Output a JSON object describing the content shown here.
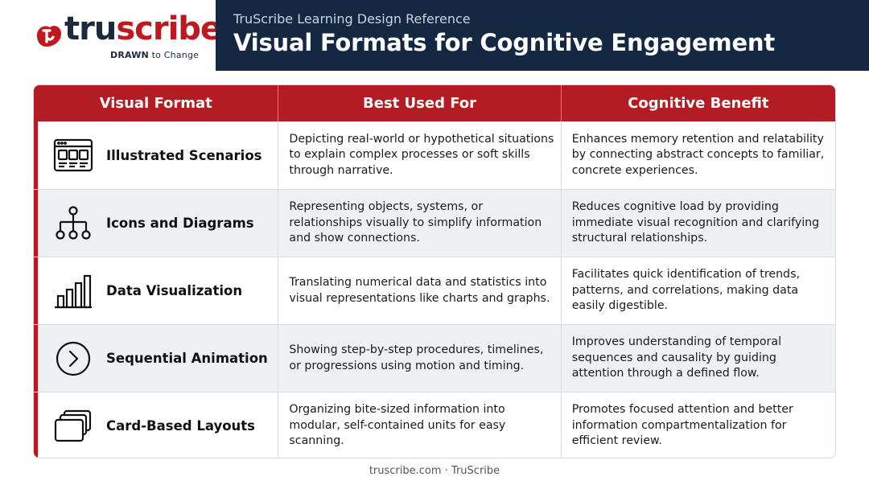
{
  "logo": {
    "part1": "tru",
    "part2": "scribe",
    "registered": "®",
    "tagline_bold": "DRAWN",
    "tagline_rest": " to Change"
  },
  "header": {
    "subtitle": "TruScribe Learning Design Reference",
    "title": "Visual Formats for Cognitive Engagement"
  },
  "table": {
    "columns": [
      "Visual Format",
      "Best Used For",
      "Cognitive Benefit"
    ],
    "rows": [
      {
        "icon": "browser-window-icon",
        "format": "Illustrated Scenarios",
        "best_used_for": "Depicting real-world or hypothetical situations to explain complex processes or soft skills through narrative.",
        "benefit": "Enhances memory retention and relatability by connecting abstract concepts to familiar, concrete experiences."
      },
      {
        "icon": "hierarchy-diagram-icon",
        "format": "Icons and Diagrams",
        "best_used_for": "Representing objects, systems, or relationships visually to simplify information and show connections.",
        "benefit": "Reduces cognitive load by providing immediate visual recognition and clarifying structural relationships."
      },
      {
        "icon": "bar-chart-icon",
        "format": "Data Visualization",
        "best_used_for": "Translating numerical data and statistics into visual representations like charts and graphs.",
        "benefit": "Facilitates quick identification of trends, patterns, and correlations, making data easily digestible."
      },
      {
        "icon": "play-chevron-circle-icon",
        "format": "Sequential Animation",
        "best_used_for": "Showing step-by-step procedures, timelines, or progressions using motion and timing.",
        "benefit": "Improves understanding of temporal sequences and causality by guiding attention through a defined flow."
      },
      {
        "icon": "stacked-cards-icon",
        "format": "Card-Based Layouts",
        "best_used_for": "Organizing bite-sized information into modular, self-contained units for easy scanning.",
        "benefit": "Promotes focused attention and better information compartmentalization for efficient review."
      }
    ]
  },
  "footer": {
    "text": "truscribe.com · TruScribe"
  },
  "colors": {
    "brand_red": "#b31c22",
    "navy": "#142841",
    "alt_row": "#eef1f4"
  }
}
